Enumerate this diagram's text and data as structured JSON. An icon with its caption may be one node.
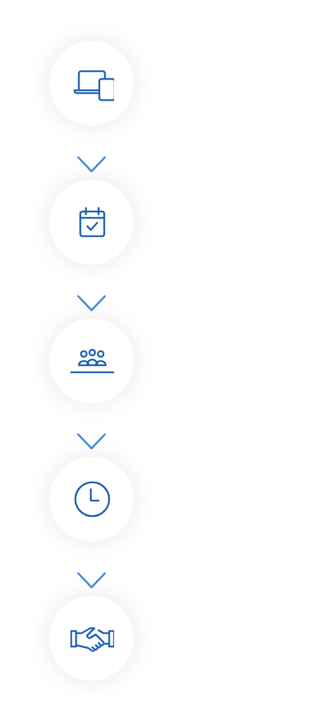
{
  "diagram": {
    "nodes": [
      {
        "text": [],
        "shape": "circle"
      },
      {
        "text": [],
        "shape": "circle"
      },
      {
        "text": [],
        "shape": "circle"
      },
      {
        "text": [],
        "shape": "circle"
      },
      {
        "text": [],
        "shape": "circle"
      }
    ],
    "edges": [
      {
        "from": 0,
        "to": 1,
        "arrow": "to"
      },
      {
        "from": 1,
        "to": 2,
        "arrow": "to"
      },
      {
        "from": 2,
        "to": 3,
        "arrow": "to"
      },
      {
        "from": 3,
        "to": 4,
        "arrow": "to"
      }
    ]
  }
}
